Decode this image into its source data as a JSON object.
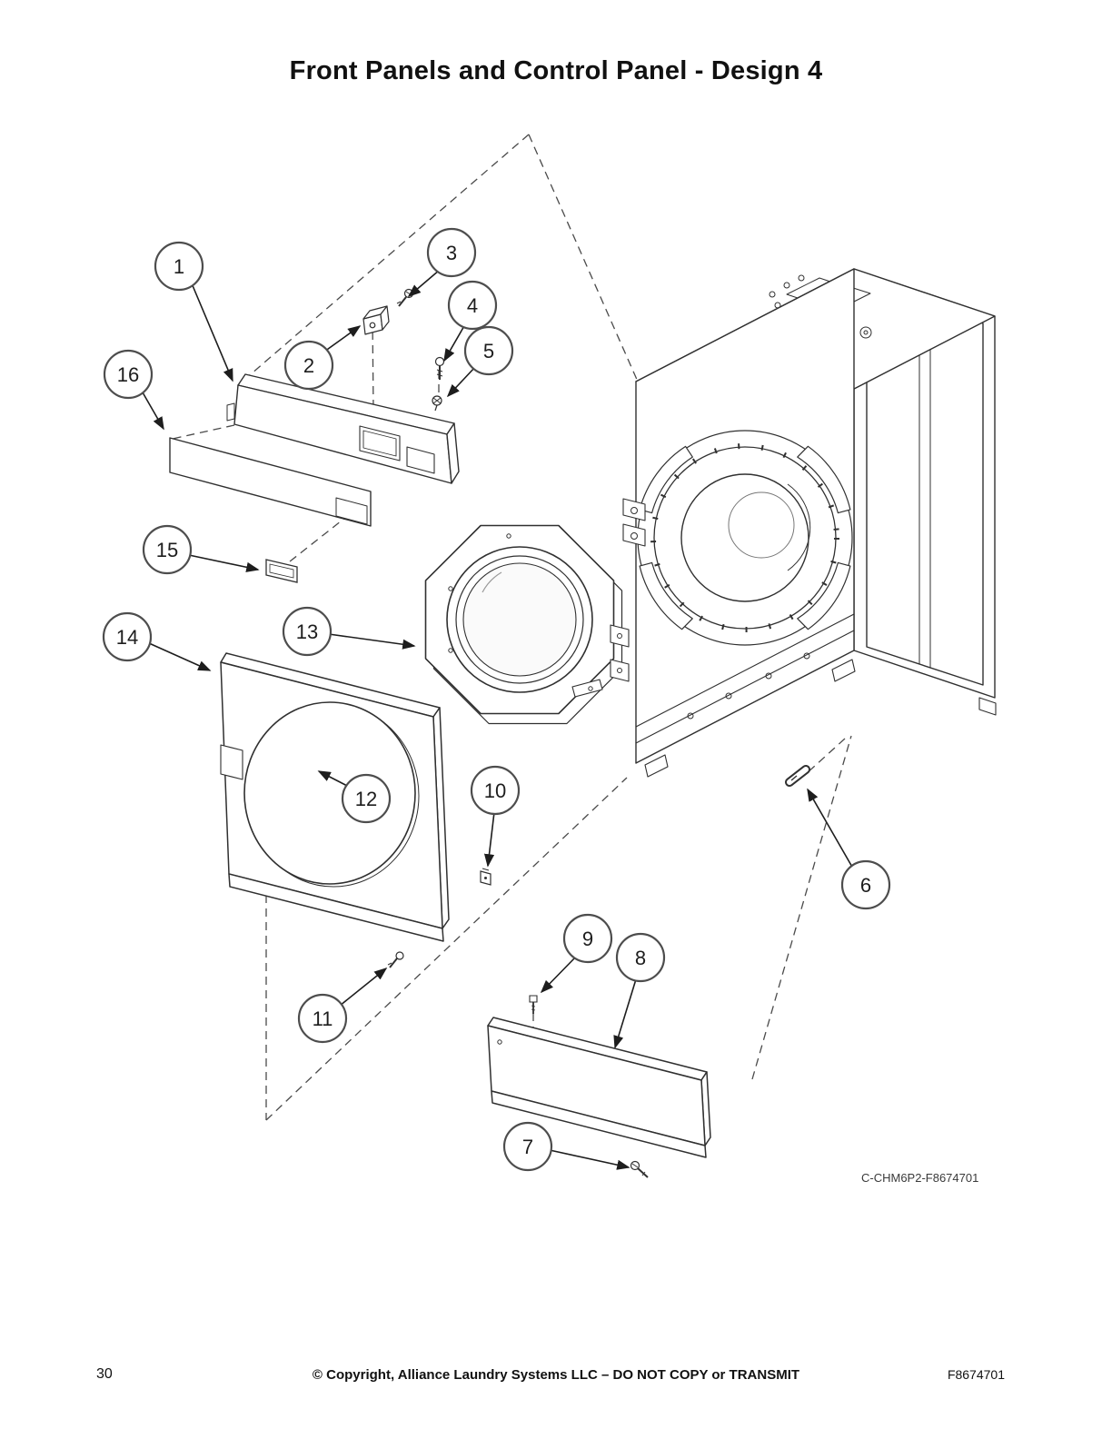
{
  "title": "Front Panels and Control Panel - Design 4",
  "diagram": {
    "code": "C-CHM6P2-F8674701",
    "callouts": [
      {
        "number": "1"
      },
      {
        "number": "2"
      },
      {
        "number": "3"
      },
      {
        "number": "4"
      },
      {
        "number": "5"
      },
      {
        "number": "6"
      },
      {
        "number": "7"
      },
      {
        "number": "8"
      },
      {
        "number": "9"
      },
      {
        "number": "10"
      },
      {
        "number": "11"
      },
      {
        "number": "12"
      },
      {
        "number": "13"
      },
      {
        "number": "14"
      },
      {
        "number": "15"
      },
      {
        "number": "16"
      }
    ]
  },
  "footer": {
    "page_number": "30",
    "copyright": "© Copyright, Alliance Laundry Systems LLC – DO NOT COPY or TRANSMIT",
    "doc_number": "F8674701"
  },
  "colors": {
    "line": "#303030",
    "callout_border": "#4d4d4d"
  }
}
